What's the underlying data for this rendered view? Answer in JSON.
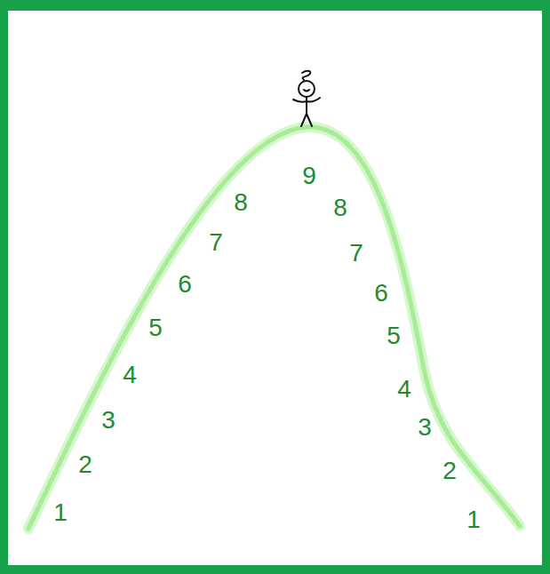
{
  "diagram": {
    "labels": [
      "1",
      "2",
      "3",
      "4",
      "5",
      "6",
      "7",
      "8",
      "9",
      "8",
      "7",
      "6",
      "5",
      "4",
      "3",
      "2",
      "1"
    ]
  }
}
